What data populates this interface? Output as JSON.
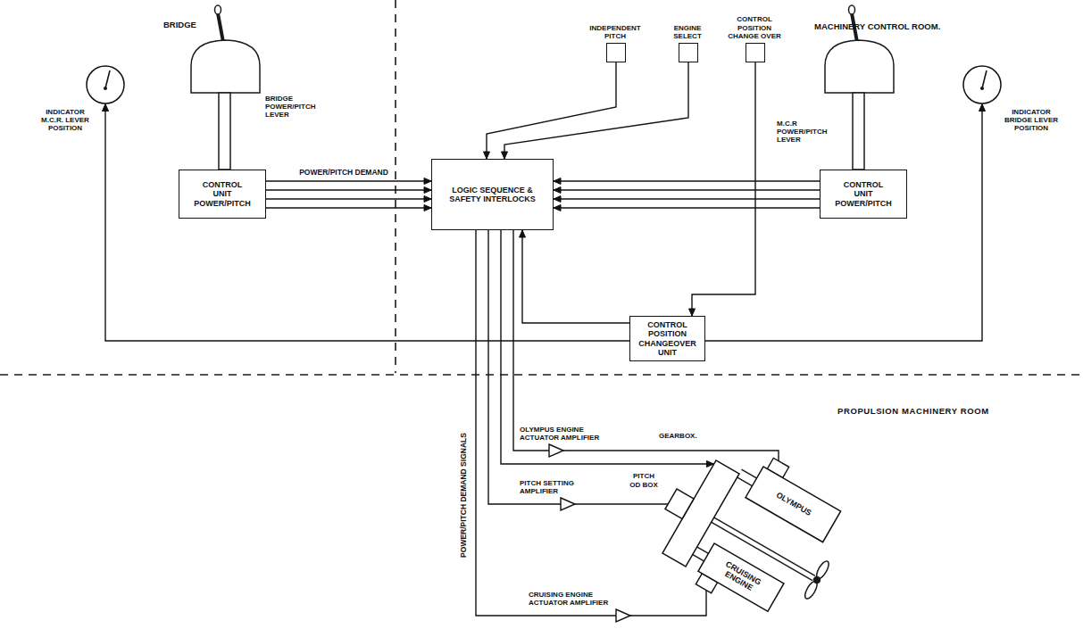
{
  "diagram": {
    "nodes": [
      {
        "text": [
          "INDICATOR M.C.R. LEVER POSITION"
        ]
      },
      {
        "text": [
          "INDEPENDENT PITCH"
        ]
      },
      {
        "text": [
          "ENGINE SELECT"
        ]
      },
      {
        "text": [
          "CONTROL POSITION CHANGE OVER"
        ]
      },
      {
        "text": [
          "INDICATOR BRIDGE LEVER POSITION"
        ]
      },
      {
        "text": [
          "CONTROL UNIT POWER/PITCH"
        ]
      },
      {
        "text": [
          "LOGIC SEQUENCE & SAFETY INTERLOCKS"
        ]
      },
      {
        "text": [
          "CONTROL UNIT POWER/PITCH"
        ]
      },
      {
        "text": [
          "CONTROL POSITION CHANGEOVER UNIT"
        ]
      },
      {
        "text": [
          "OLYMPUS ENGINE ACTUATOR AMPLIFIER"
        ]
      },
      {
        "text": [
          "PITCH SETTING AMPLIFIER"
        ]
      },
      {
        "text": [
          "CRUISING ENGINE ACTUATOR AMPLIFIER"
        ]
      },
      {
        "text": [
          "GEARBOX."
        ]
      },
      {
        "text": [
          "PITCH OD BOX"
        ]
      },
      {
        "text": [
          "OLYMPUS"
        ]
      },
      {
        "text": [
          "CRUISING ENGINE"
        ]
      }
    ],
    "edges": [
      {
        "from": 5,
        "to": 6,
        "label": "POWER/PITCH DEMAND",
        "arrow": "to"
      },
      {
        "from": 1,
        "to": 6,
        "arrow": "to"
      },
      {
        "from": 2,
        "to": 6,
        "arrow": "to"
      },
      {
        "from": 7,
        "to": 6,
        "arrow": "to"
      },
      {
        "from": 3,
        "to": 8,
        "arrow": "to"
      },
      {
        "from": 8,
        "to": 6,
        "arrow": "to"
      },
      {
        "from": 8,
        "to": 0,
        "arrow": "to"
      },
      {
        "from": 8,
        "to": 4,
        "arrow": "to"
      },
      {
        "from": 6,
        "to": 9,
        "arrow": "none"
      },
      {
        "from": 6,
        "to": 12,
        "arrow": "to"
      },
      {
        "from": 6,
        "to": 10,
        "arrow": "none"
      },
      {
        "from": 6,
        "to": 11,
        "label": "POWER/PITCH DEMAND SIGNALS",
        "arrow": "none"
      },
      {
        "from": 9,
        "to": 14,
        "arrow": "none"
      },
      {
        "from": 10,
        "to": 13,
        "arrow": "none"
      },
      {
        "from": 11,
        "to": 15,
        "arrow": "none"
      }
    ],
    "labels": [
      "BRIDGE",
      "MACHINERY CONTROL ROOM.",
      "BRIDGE POWER/PITCH LEVER",
      "M.C.R POWER/PITCH LEVER",
      "PROPULSION MACHINERY ROOM"
    ]
  }
}
